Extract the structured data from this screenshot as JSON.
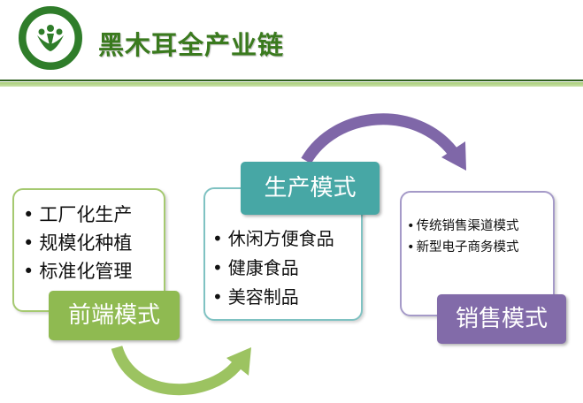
{
  "header": {
    "title": "黑木耳全产业链",
    "logo_icon": "association-logo-icon",
    "accent_color": "#3a7a1e"
  },
  "diagram": {
    "stages": [
      {
        "label": "前端模式",
        "color": "#8fba51",
        "items": [
          "工厂化生产",
          "规模化种植",
          "标准化管理"
        ]
      },
      {
        "label": "生产模式",
        "color": "#47a7a5",
        "items": [
          "休闲方便食品",
          "健康食品",
          "美容制品"
        ]
      },
      {
        "label": "销售模式",
        "color": "#826ba9",
        "items": [
          "传统销售渠道模式",
          "新型电子商务模式"
        ]
      }
    ],
    "bullet": "•",
    "arrow_colors": {
      "front_to_production": "#9cc361",
      "production_to_sales": "#7f67a8"
    }
  }
}
